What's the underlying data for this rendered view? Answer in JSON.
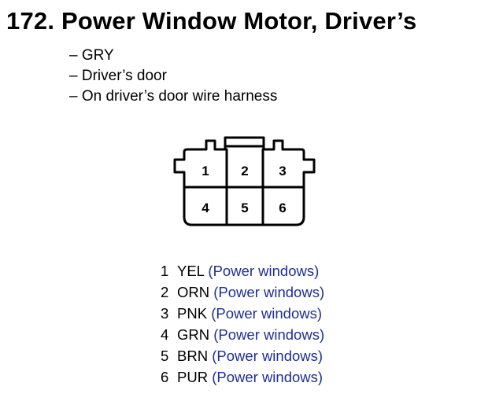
{
  "title": "172. Power Window Motor, Driver’s",
  "details": [
    {
      "dash": "–",
      "text": "GRY"
    },
    {
      "dash": "–",
      "text": "Driver’s door"
    },
    {
      "dash": "–",
      "text": "On driver’s door wire harness"
    }
  ],
  "connector": {
    "pins": [
      "1",
      "2",
      "3",
      "4",
      "5",
      "6"
    ]
  },
  "pinout": [
    {
      "num": "1",
      "wire": "YEL",
      "desc": "(Power windows)"
    },
    {
      "num": "2",
      "wire": "ORN",
      "desc": "(Power windows)"
    },
    {
      "num": "3",
      "wire": "PNK",
      "desc": "(Power windows)"
    },
    {
      "num": "4",
      "wire": "GRN",
      "desc": "(Power windows)"
    },
    {
      "num": "5",
      "wire": "BRN",
      "desc": "(Power windows)"
    },
    {
      "num": "6",
      "wire": "PUR",
      "desc": "(Power windows)"
    }
  ],
  "colors": {
    "description_text": "#1f2e96",
    "outline": "#000000"
  }
}
